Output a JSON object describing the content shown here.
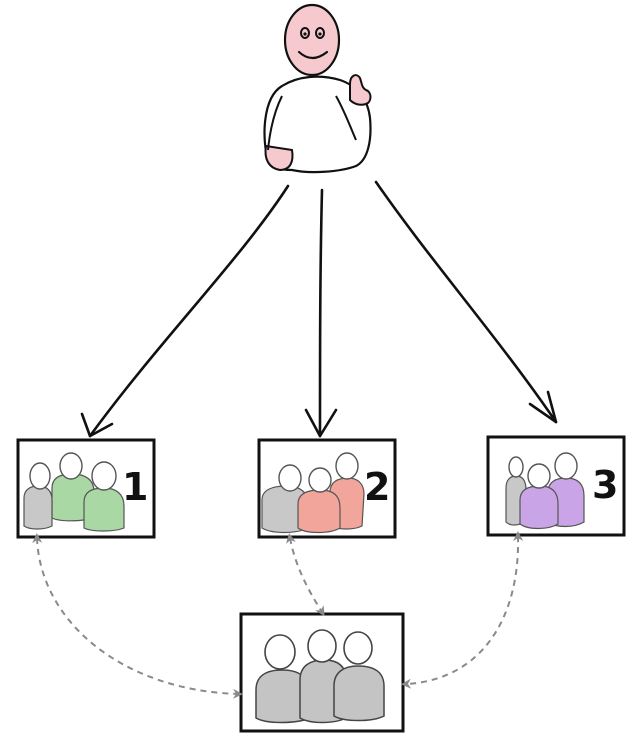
{
  "boxes": [
    {
      "label": "1",
      "group_color": "#a9d8a4"
    },
    {
      "label": "2",
      "group_color": "#f2a59a"
    },
    {
      "label": "3",
      "group_color": "#c9a4e6"
    }
  ],
  "colors": {
    "line": "#111111",
    "dashed_arrow": "#8a8a8a",
    "person_face": "#f6c9cf",
    "person_body": "#ffffff",
    "neutral_figure": "#c8c8c8",
    "bottom_group": "#c4c4c4"
  }
}
